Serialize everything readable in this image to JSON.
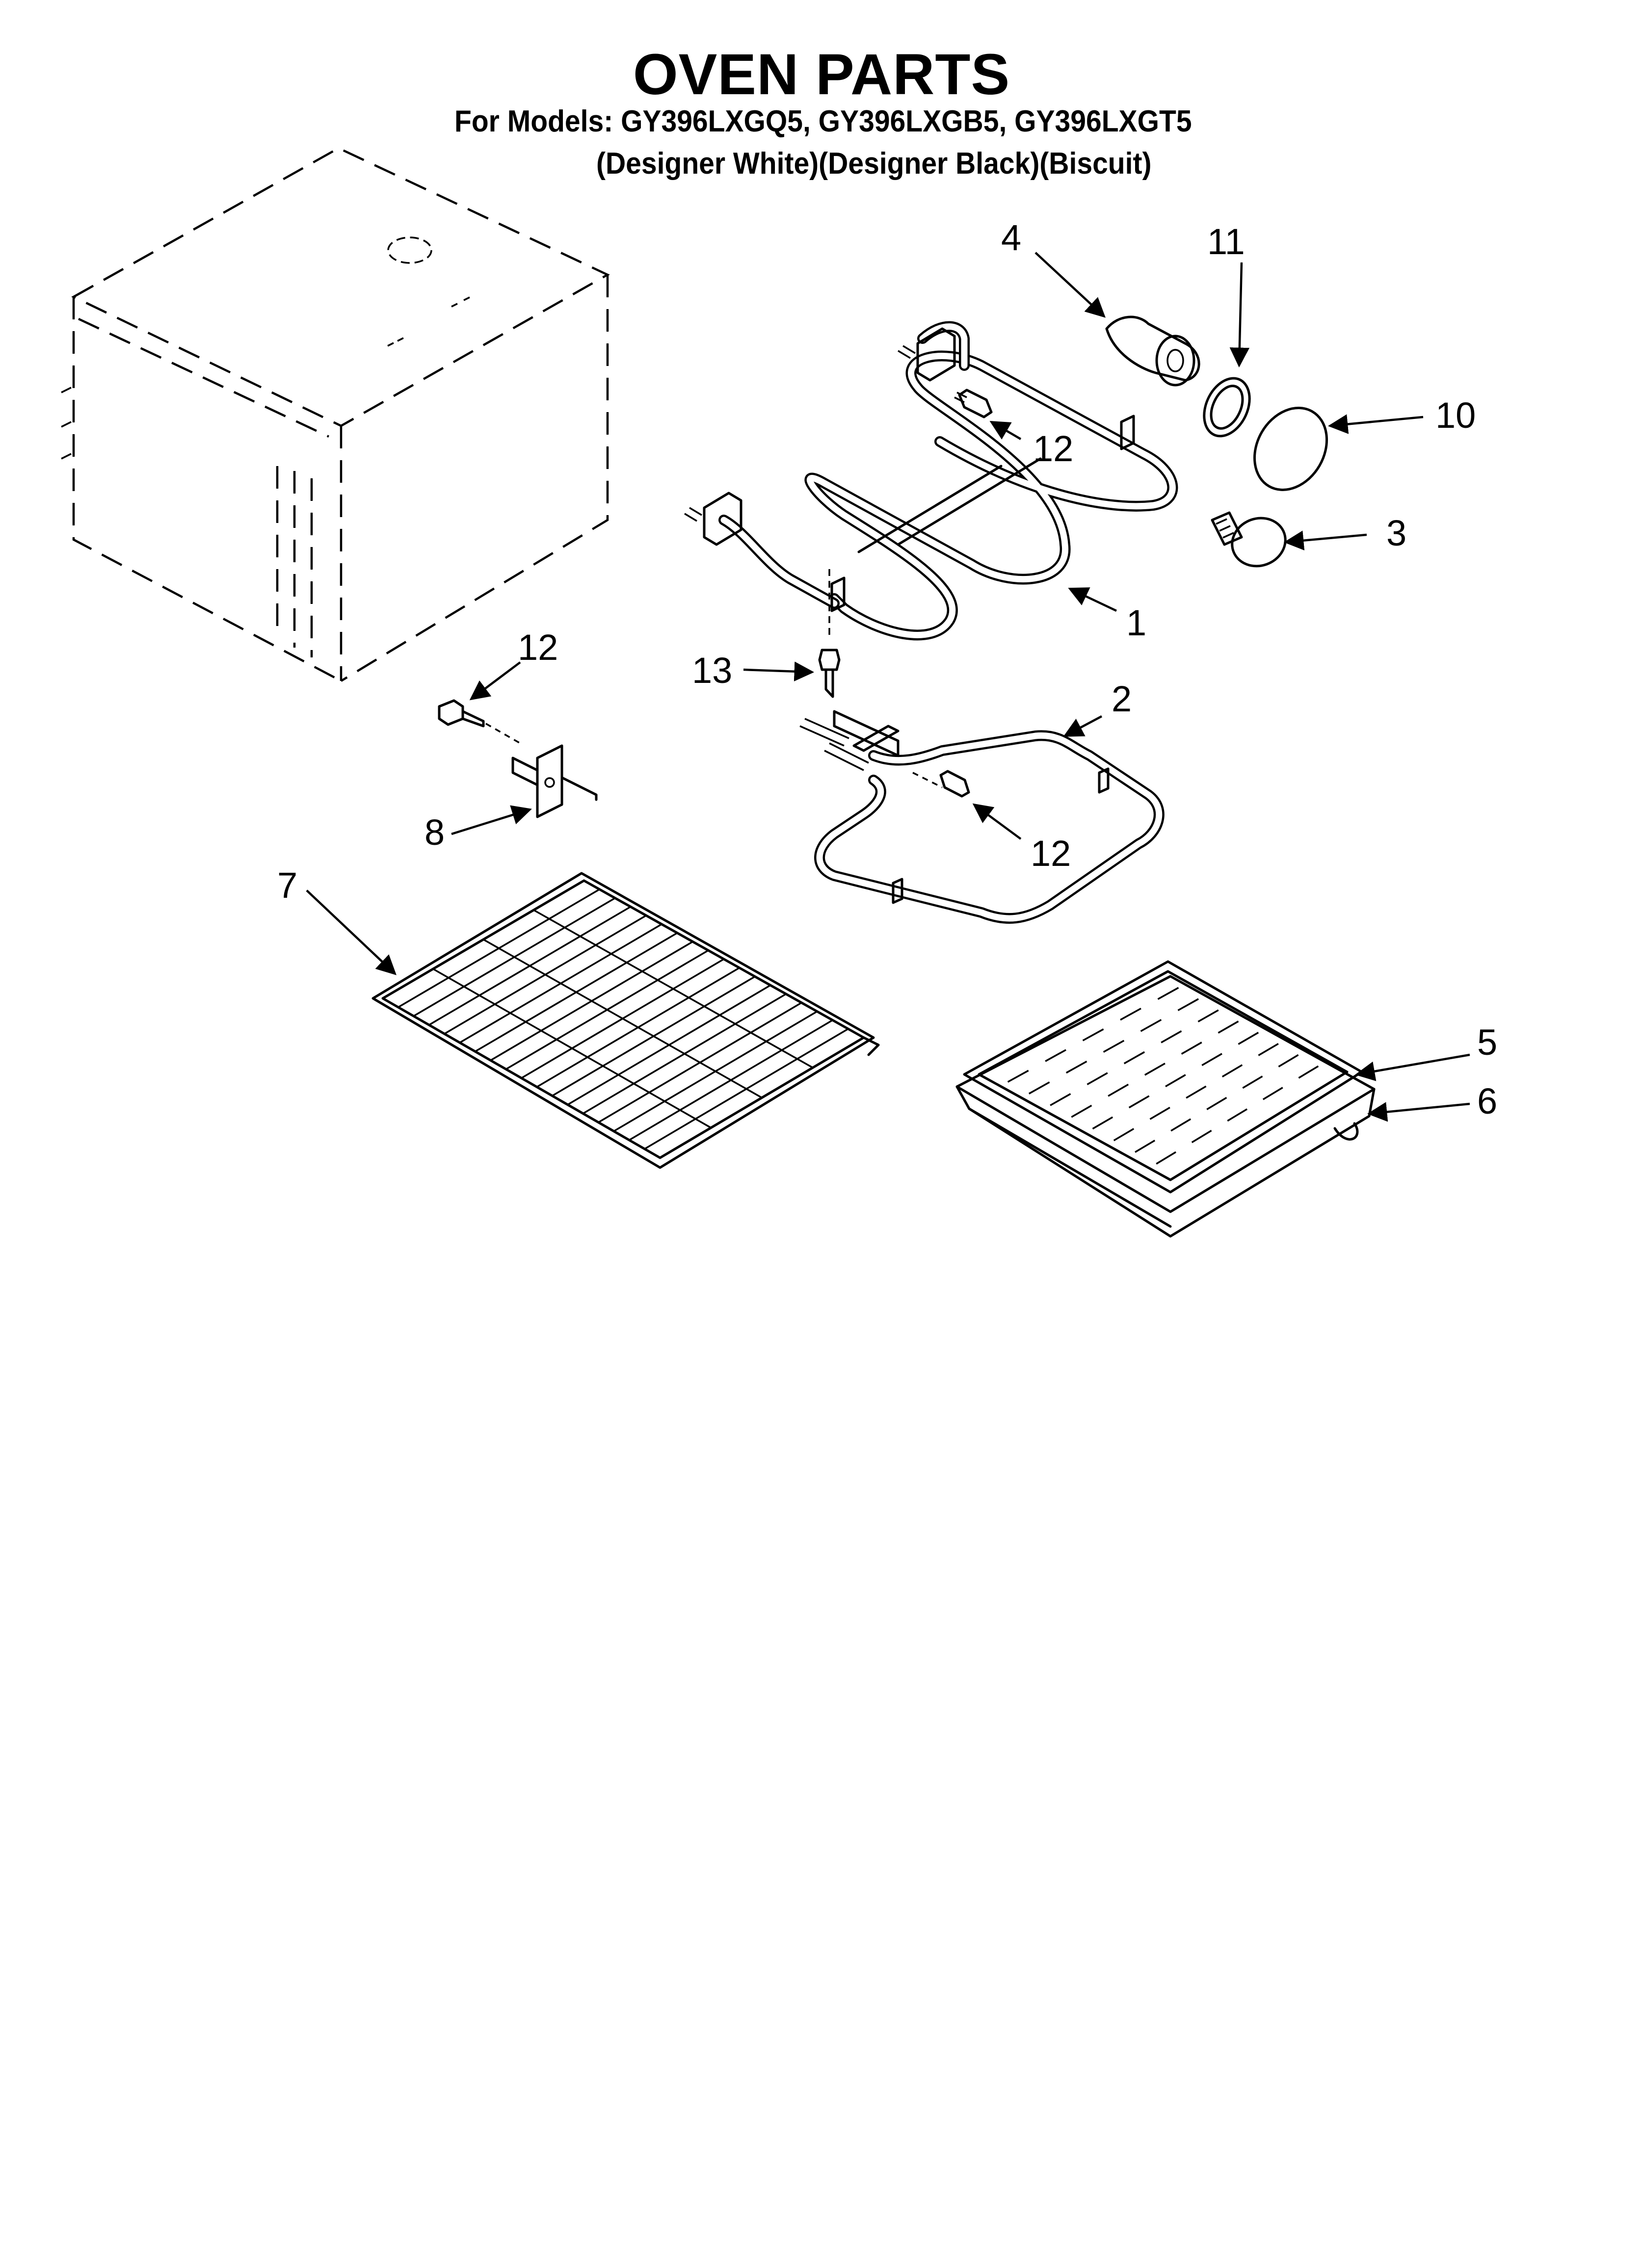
{
  "title": "OVEN PARTS",
  "models_line": "For Models: GY396LXGQ5, GY396LXGB5, GY396LXGT5",
  "colors_line": "(Designer White)(Designer Black)(Biscuit)",
  "callouts": {
    "c1": "1",
    "c2": "2",
    "c3": "3",
    "c4": "4",
    "c5": "5",
    "c6": "6",
    "c7": "7",
    "c8": "8",
    "c10": "10",
    "c11": "11",
    "c12a": "12",
    "c12b": "12",
    "c12c": "12",
    "c13": "13"
  },
  "colors": {
    "line": "#000000",
    "background": "#ffffff"
  }
}
